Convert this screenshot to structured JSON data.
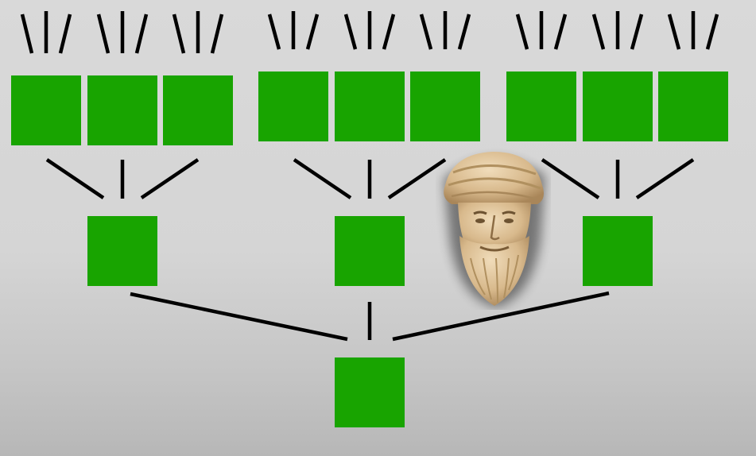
{
  "diagram": {
    "kind": "branching-tree",
    "levels": [
      {
        "level": 0,
        "node_count": 1,
        "branches_above": 3
      },
      {
        "level": 1,
        "node_count": 3,
        "branches_above": 3
      },
      {
        "level": 2,
        "node_count": 9,
        "branches_above": 3
      }
    ],
    "colors": {
      "node_fill": "#18a400",
      "line": "#000000",
      "background": "#d7d7d7",
      "bust_stone": "#d8b98c"
    },
    "portrait": {
      "subject": "bust-of-bearded-man",
      "icon": "marble-bust"
    }
  }
}
